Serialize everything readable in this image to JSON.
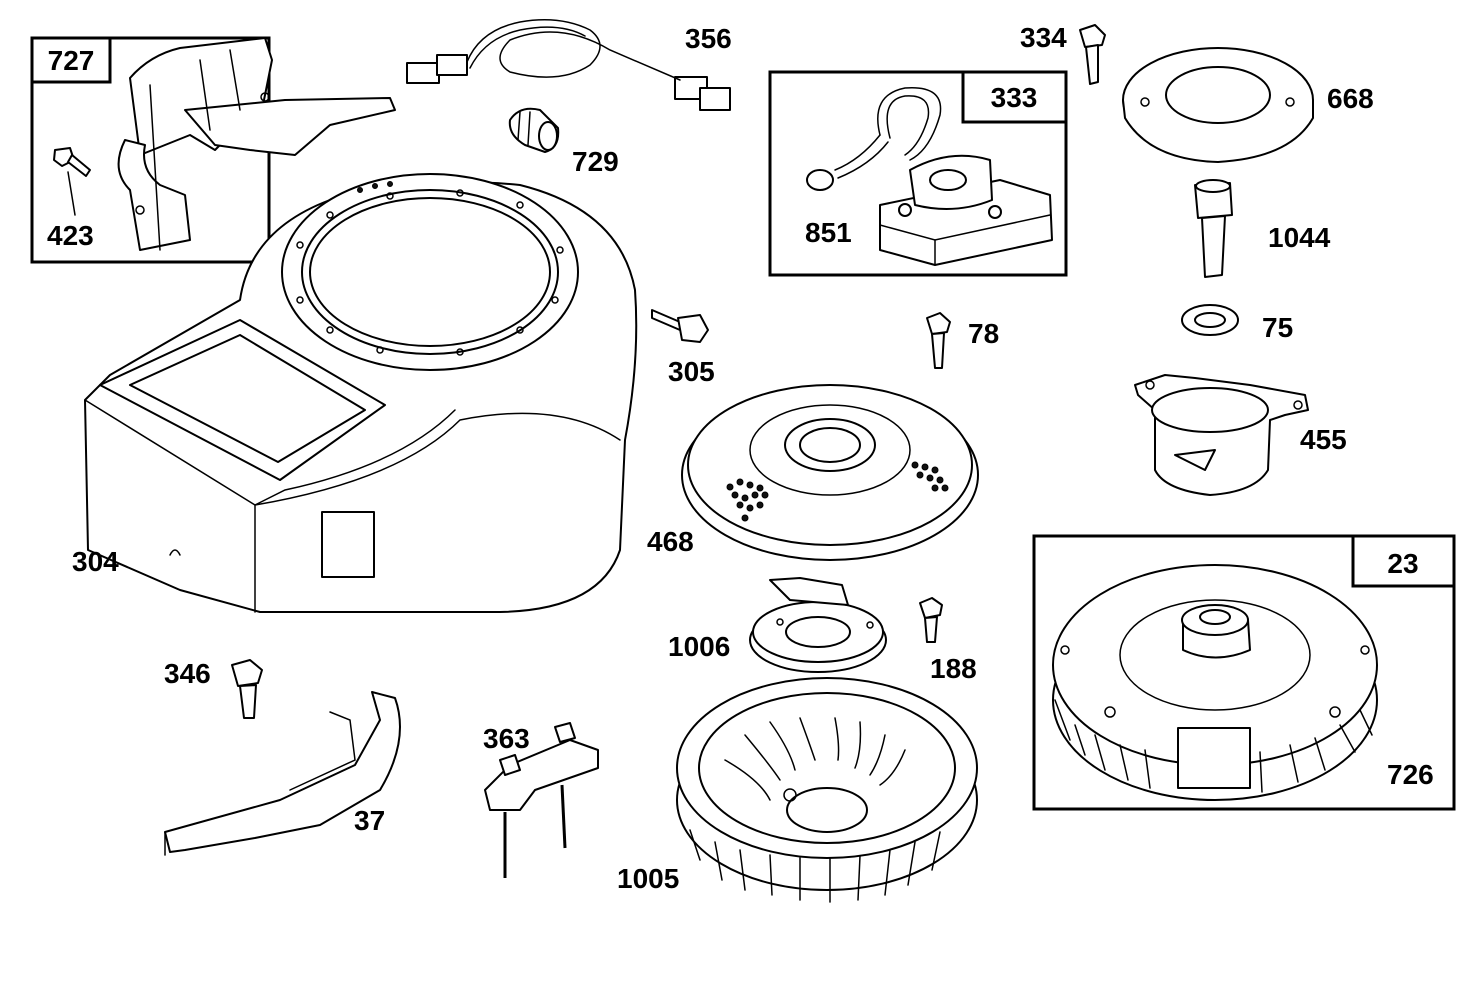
{
  "labels": {
    "p727": "727",
    "p423": "423",
    "p356": "356",
    "p729": "729",
    "p334": "334",
    "p333": "333",
    "p851": "851",
    "p668": "668",
    "p1044": "1044",
    "p75": "75",
    "p455": "455",
    "p305": "305",
    "p78": "78",
    "p304": "304",
    "p468": "468",
    "p1006": "1006",
    "p188": "188",
    "p23": "23",
    "p726": "726",
    "p346": "346",
    "p363": "363",
    "p37": "37",
    "p1005": "1005"
  }
}
